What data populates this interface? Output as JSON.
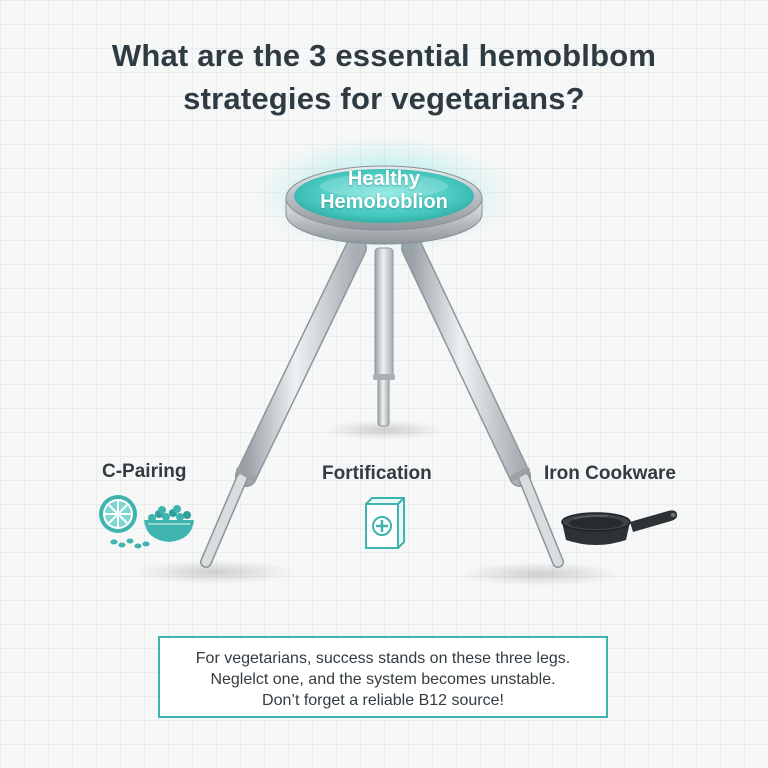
{
  "title": {
    "line1": "What are the 3 essential hemoblbom",
    "line2": "strategies for vegetarians?"
  },
  "seat": {
    "line1": "Healthy",
    "line2": "Hemoboblion"
  },
  "legs": [
    {
      "label": "C-Pairing",
      "icon": "citrus-and-bean-bowl-icon"
    },
    {
      "label": "Fortification",
      "icon": "fortified-food-box-icon"
    },
    {
      "label": "Iron Cookware",
      "icon": "cast-iron-skillet-icon"
    }
  ],
  "note": {
    "line1": "For vegetarians, success stands on these three legs.",
    "line2": "Neglelct one, and the system becomes unstable.",
    "line3": "Don’t forget a reliable B12 source!"
  },
  "colors": {
    "teal": "#3fb3ae",
    "seat_teal": "#4fd0c8",
    "metal": "#c3c8cc",
    "text": "#2f3b42",
    "skillet": "#2d3236"
  }
}
